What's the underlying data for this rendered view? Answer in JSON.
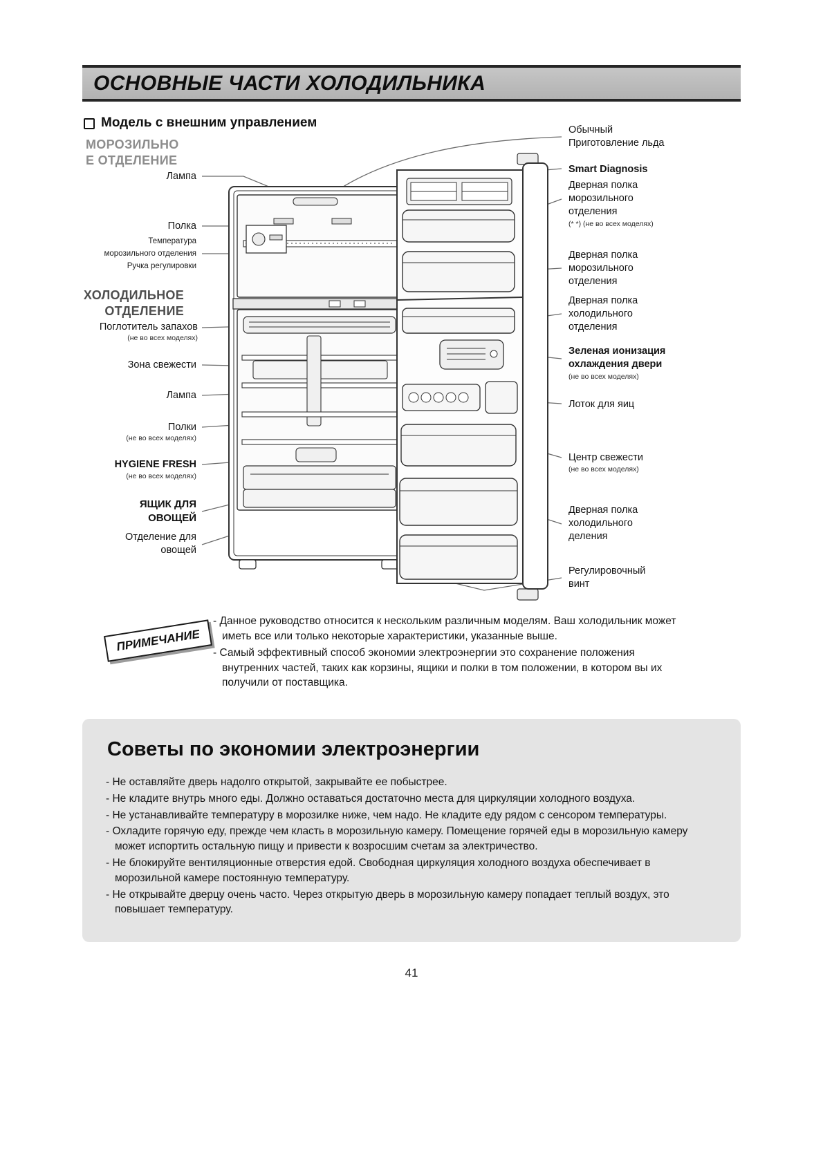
{
  "header": {
    "title": "ОСНОВНЫЕ ЧАСТИ ХОЛОДИЛЬНИКА"
  },
  "subtitle": "Модель с внешним управлением",
  "diagram": {
    "left": {
      "freezer_heading": "МОРОЗИЛЬНО\nЕ ОТДЕЛЕНИЕ",
      "lamp_freezer": "Лампа",
      "shelf": "Полка",
      "temp_control": "Температура\nморозильного отделения\nРучка регулировки",
      "fridge_heading": "ХОЛОДИЛЬНОЕ\nОТДЕЛЕНИЕ",
      "deodorizer": "Поглотитель запахов",
      "deodorizer_note": "(не во всех моделях)",
      "fresh_zone": "Зона свежести",
      "lamp_fridge": "Лампа",
      "shelves": "Полки",
      "shelves_note": "(не во всех моделях)",
      "hygiene_fresh": "HYGIENE FRESH",
      "hygiene_note": "(не во всех моделях)",
      "veg_box": "ЯЩИК ДЛЯ\nОВОЩЕЙ",
      "veg_compartment": "Отделение для\nовощей"
    },
    "right": {
      "ice": "Обычный\nПриготовление льда",
      "smart_diagnosis": "Smart Diagnosis",
      "door_shelf_freezer_1": "Дверная полка\nморозильного\nотделения",
      "door_shelf_freezer_1_note": "(* *) (не во всех моделях)",
      "door_shelf_freezer_2": "Дверная полка\nморозильного\nотделения",
      "door_shelf_fridge_1": "Дверная полка\nхолодильного\nотделения",
      "green_ionization": "Зеленая ионизация\nохлаждения двери",
      "green_ionization_note": "(не во всех моделях)",
      "egg_tray": "Лоток для яиц",
      "fresh_center": "Центр свежести",
      "fresh_center_note": "(не во всех моделях)",
      "door_shelf_fridge_2": "Дверная полка\nхолодильного\nделения",
      "adjust_screw": "Регулировочный\nвинт"
    }
  },
  "note": {
    "stamp": "ПРИМЕЧАНИЕ",
    "items": [
      "- Данное руководство относится к нескольким различным моделям. Ваш холодильник может иметь все или только некоторые характеристики, указанные выше.",
      "- Самый эффективный способ экономии электроэнергии это сохранение положения внутренних частей, таких как корзины, ящики и полки в том положении, в котором вы их получили от поставщика."
    ]
  },
  "tips": {
    "title": "Советы по экономии электроэнергии",
    "items": [
      "- Не оставляйте дверь надолго открытой, закрывайте ее побыстрее.",
      "- Не кладите внутрь много еды. Должно оставаться достаточно места для циркуляции холодного воздуха.",
      "- Не устанавливайте температуру в морозилке ниже, чем надо. Не кладите еду рядом с сенсором температуры.",
      "- Охладите горячую еду, прежде чем класть в морозильную камеру. Помещение горячей еды в морозильную камеру может испортить остальную пищу и привести к возросшим счетам за электричество.",
      "- Не блокируйте вентиляционные отверстия едой. Свободная циркуляция холодного воздуха обеспечивает в морозильной камере постоянную температуру.",
      "- Не открывайте дверцу очень часто. Через открытую дверь в морозильную камеру попадает теплый воздух, это повышает температуру."
    ]
  },
  "page": {
    "number": "41"
  }
}
